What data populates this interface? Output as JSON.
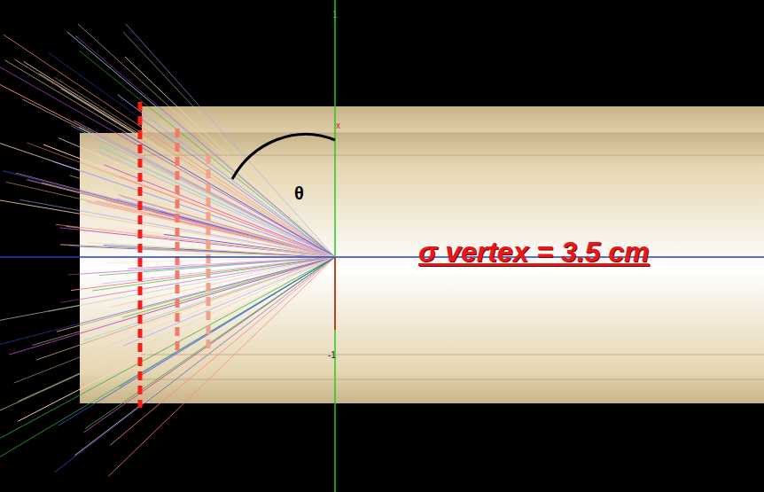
{
  "diagram": {
    "labels": [
      "1",
      "x",
      "θ",
      "σ vertex = 3.5 cm",
      "-1"
    ]
  }
}
